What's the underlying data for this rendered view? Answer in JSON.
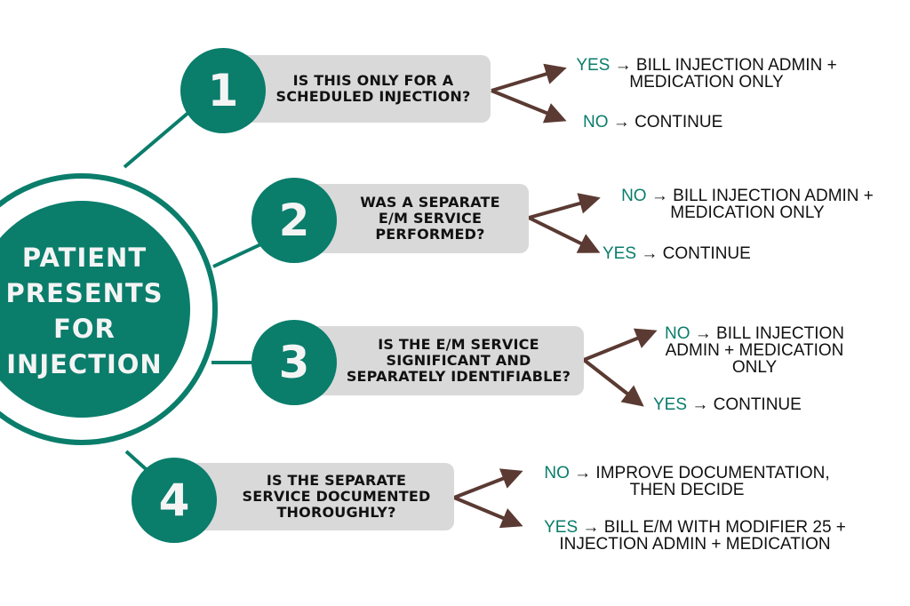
{
  "colors": {
    "teal": "#0a7d6b",
    "box_gray": "#d9d9d9",
    "arrow_brown": "#5a3a32",
    "text_dark": "#111111",
    "text_light": "#f4f4f4"
  },
  "hub": {
    "lines": [
      "PATIENT",
      "PRESENTS",
      "FOR",
      "INJECTION"
    ]
  },
  "steps": [
    {
      "number": "1",
      "question_lines": [
        "IS THIS ONLY FOR A",
        "SCHEDULED INJECTION?"
      ],
      "outcomes": [
        {
          "keyword": "YES",
          "arrow": "→",
          "lines": [
            "BILL INJECTION ADMIN +",
            "MEDICATION ONLY"
          ]
        },
        {
          "keyword": "NO",
          "arrow": "→",
          "lines": [
            "CONTINUE"
          ]
        }
      ]
    },
    {
      "number": "2",
      "question_lines": [
        "WAS A SEPARATE",
        "E/M SERVICE",
        "PERFORMED?"
      ],
      "outcomes": [
        {
          "keyword": "NO",
          "arrow": "→",
          "lines": [
            "BILL INJECTION ADMIN +",
            "MEDICATION ONLY"
          ]
        },
        {
          "keyword": "YES",
          "arrow": "→",
          "lines": [
            "CONTINUE"
          ]
        }
      ]
    },
    {
      "number": "3",
      "question_lines": [
        "IS THE E/M SERVICE",
        "SIGNIFICANT AND",
        "SEPARATELY IDENTIFIABLE?"
      ],
      "outcomes": [
        {
          "keyword": "NO",
          "arrow": "→",
          "lines": [
            "BILL INJECTION",
            "ADMIN + MEDICATION",
            "ONLY"
          ]
        },
        {
          "keyword": "YES",
          "arrow": "→",
          "lines": [
            "CONTINUE"
          ]
        }
      ]
    },
    {
      "number": "4",
      "question_lines": [
        "IS THE SEPARATE",
        "SERVICE DOCUMENTED",
        "THOROUGHLY?"
      ],
      "outcomes": [
        {
          "keyword": "NO",
          "arrow": "→",
          "lines": [
            "IMPROVE DOCUMENTATION,",
            "THEN DECIDE"
          ]
        },
        {
          "keyword": "YES",
          "arrow": "→",
          "lines": [
            "BILL E/M WITH MODIFIER 25 +",
            "INJECTION ADMIN + MEDICATION"
          ]
        }
      ]
    }
  ]
}
